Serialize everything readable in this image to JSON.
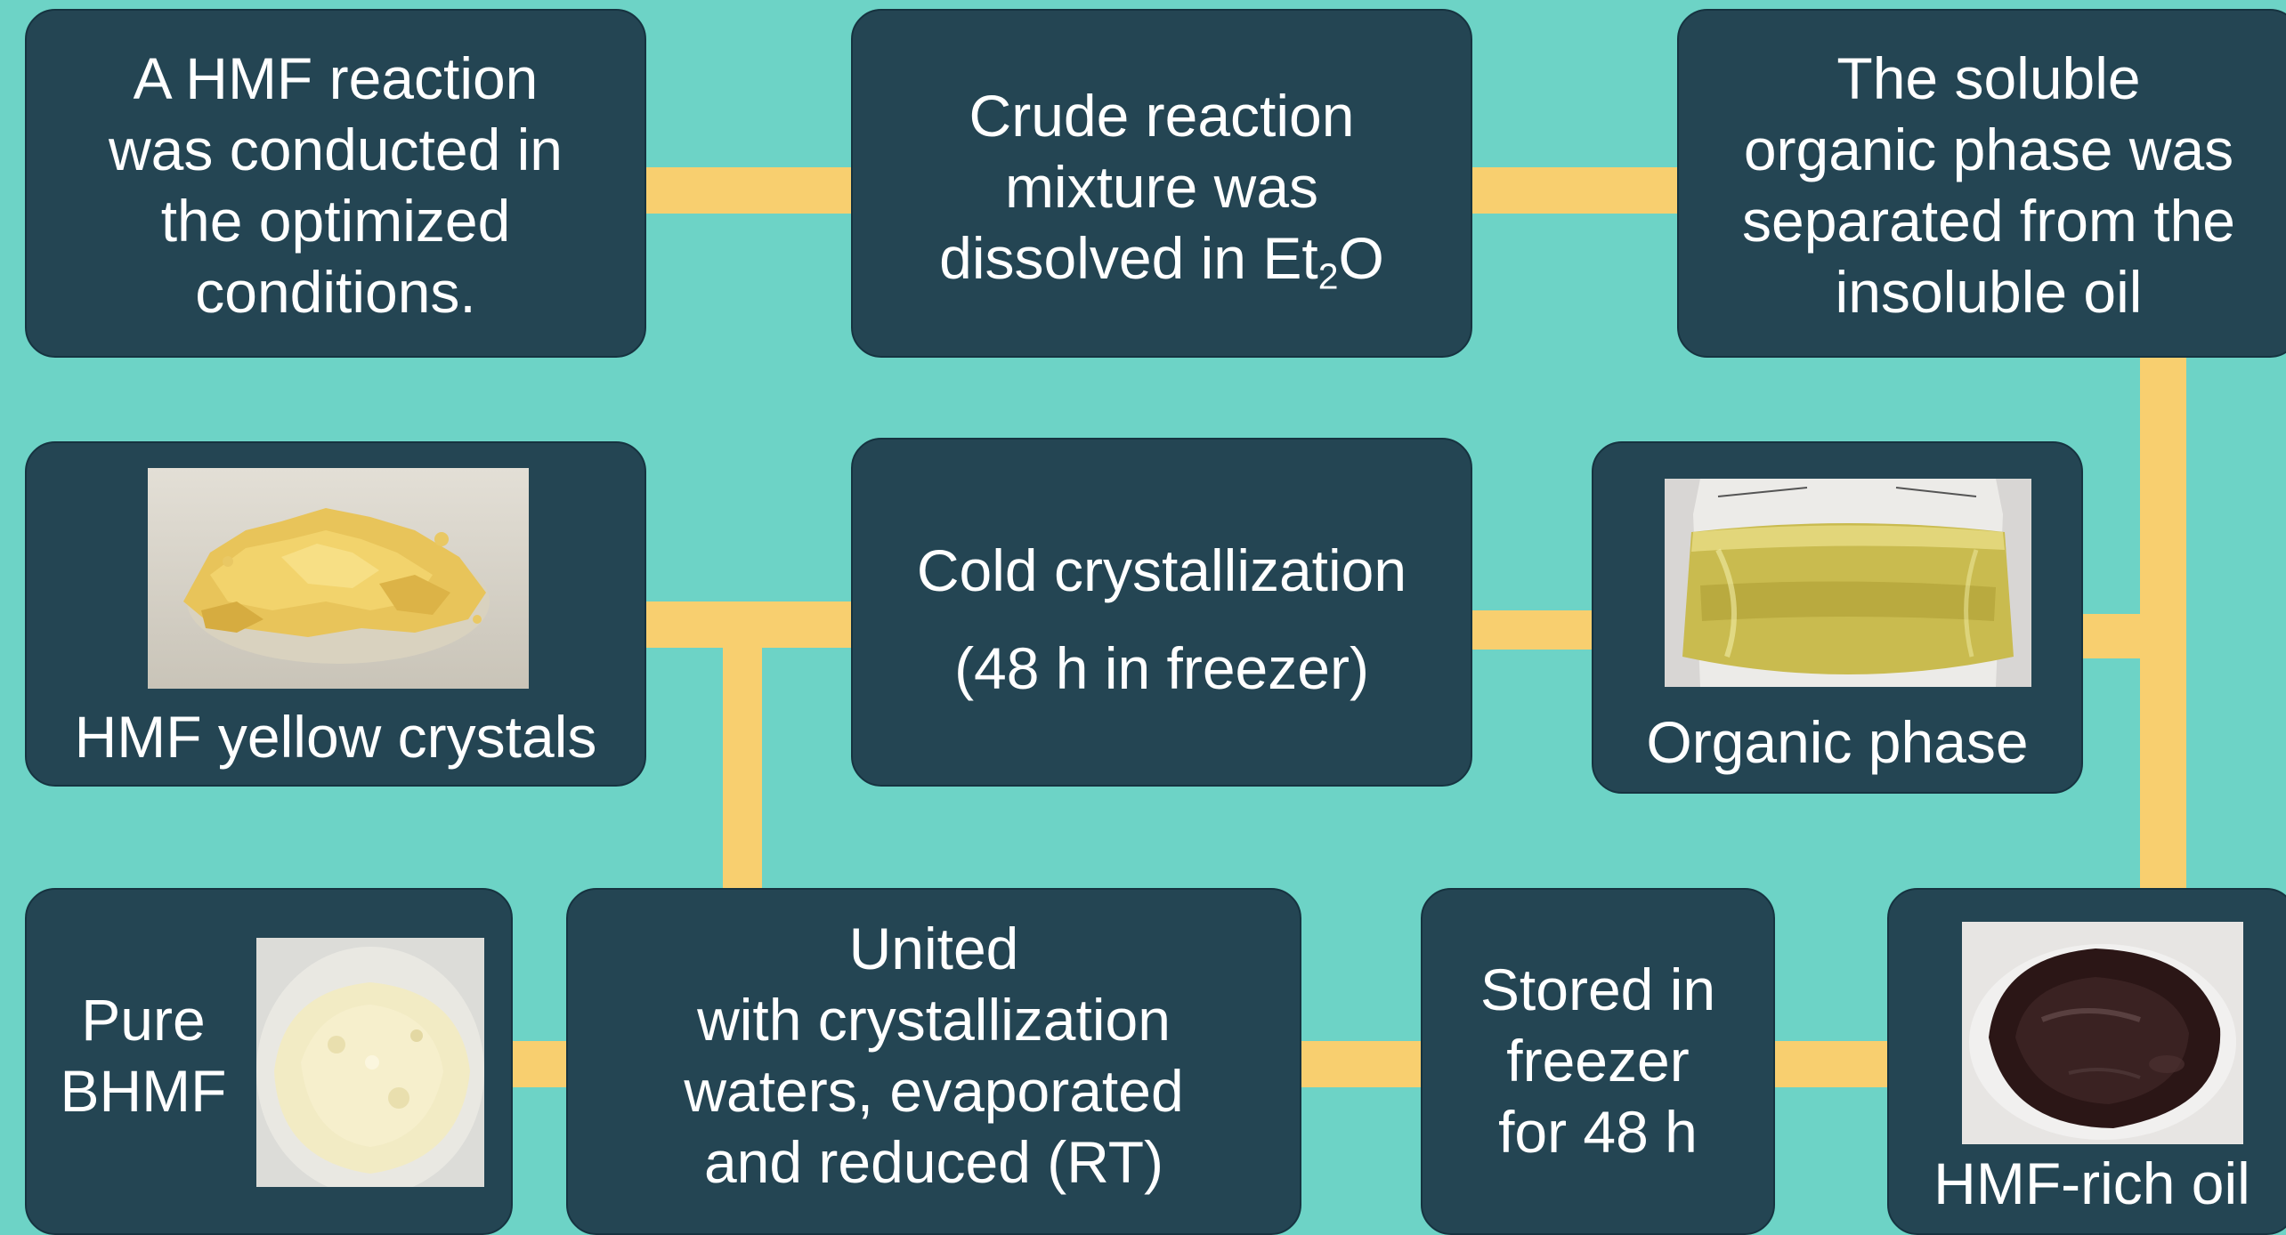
{
  "colors": {
    "background": "#6dd3c6",
    "box_fill": "#244553",
    "connector": "#f8cf6f",
    "text": "#ffffff"
  },
  "steps": {
    "hmf_reaction": {
      "lines": [
        "A HMF reaction",
        "was conducted in",
        "the optimized",
        "conditions."
      ]
    },
    "dissolved": {
      "lines": [
        "Crude reaction",
        "mixture was"
      ],
      "line3_prefix": "dissolved in Et",
      "line3_subscript": "2",
      "line3_suffix": "O"
    },
    "separated": {
      "lines": [
        "The soluble",
        "organic phase was",
        "separated from the",
        "insoluble oil"
      ]
    },
    "cold_crystallization": {
      "lines": [
        "Cold crystallization",
        "(48 h in freezer)"
      ]
    },
    "organic_phase": {
      "caption": "Organic phase",
      "photo_icon": "flask-yellow-liquid-photo"
    },
    "hmf_crystals": {
      "caption": "HMF yellow crystals",
      "photo_icon": "yellow-crystals-photo"
    },
    "united": {
      "lines": [
        "United",
        "with crystallization",
        "waters, evaporated",
        "and reduced (RT)"
      ]
    },
    "stored": {
      "lines": [
        "Stored in",
        "freezer",
        "for 48 h"
      ]
    },
    "hmf_rich_oil": {
      "caption": "HMF-rich oil",
      "photo_icon": "dark-oil-dish-photo"
    },
    "pure_bhmf": {
      "lines": [
        "Pure",
        "BHMF"
      ],
      "photo_icon": "white-powder-photo"
    }
  }
}
